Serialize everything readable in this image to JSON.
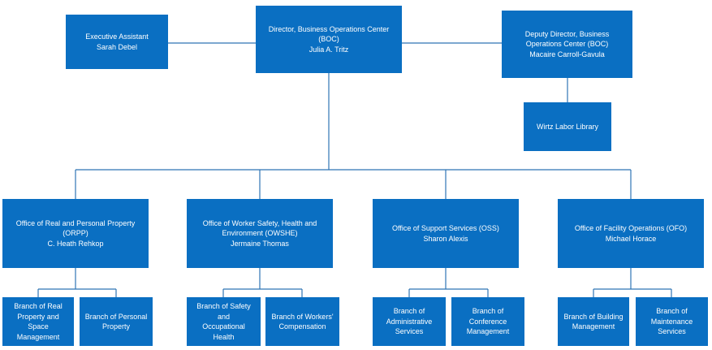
{
  "colors": {
    "box_fill": "#0a6fc2",
    "line": "#2e74b5",
    "text": "#ffffff"
  },
  "director": {
    "lines": [
      "Director, Business Operations Center",
      "(BOC)",
      "Julia A. Tritz"
    ]
  },
  "assistant": {
    "lines": [
      "Executive Assistant",
      "Sarah Debel"
    ]
  },
  "deputy": {
    "lines": [
      "Deputy Director, Business",
      "Operations Center (BOC)",
      "Macaire Carroll-Gavula"
    ]
  },
  "library": {
    "lines": [
      "Wirtz Labor Library"
    ]
  },
  "offices": [
    {
      "lines": [
        "Office of Real and Personal Property",
        "(ORPP)",
        "C. Heath Rehkop"
      ]
    },
    {
      "lines": [
        "Office of Worker Safety, Health and",
        "Environment (OWSHE)",
        "Jermaine Thomas"
      ]
    },
    {
      "lines": [
        "Office of Support Services (OSS)",
        "Sharon Alexis"
      ]
    },
    {
      "lines": [
        "Office of Facility Operations (OFO)",
        "Michael Horace"
      ]
    }
  ],
  "branches": [
    {
      "lines": [
        "Branch of Real",
        "Property and Space",
        "Management"
      ]
    },
    {
      "lines": [
        "Branch of Personal",
        "Property"
      ]
    },
    {
      "lines": [
        "Branch of Safety and",
        "Occupational Health"
      ]
    },
    {
      "lines": [
        "Branch of Workers'",
        "Compensation"
      ]
    },
    {
      "lines": [
        "Branch of",
        "Administrative",
        "Services"
      ]
    },
    {
      "lines": [
        "Branch of",
        "Conference",
        "Management"
      ]
    },
    {
      "lines": [
        "Branch of Building",
        "Management"
      ]
    },
    {
      "lines": [
        "Branch of",
        "Maintenance",
        "Services"
      ]
    }
  ]
}
